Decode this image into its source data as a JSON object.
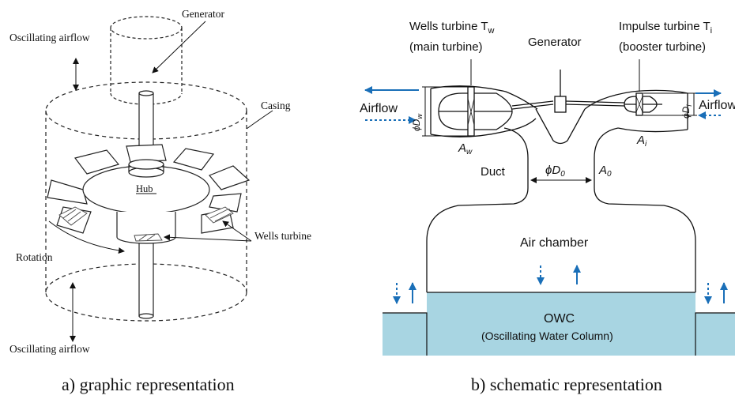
{
  "left_panel": {
    "labels": {
      "generator": "Generator",
      "oscillating_airflow_top": "Oscillating airflow",
      "casing": "Casing",
      "hub": "Hub",
      "wells_turbine": "Wells turbine",
      "rotation": "Rotation",
      "oscillating_airflow_bottom": "Oscillating airflow"
    },
    "caption": "a) graphic representation"
  },
  "right_panel": {
    "labels": {
      "wells_turbine_title": "Wells turbine T",
      "wells_sub": "w",
      "main_turbine": "(main turbine)",
      "generator": "Generator",
      "impulse_turbine_title": "Impulse turbine T",
      "impulse_sub": "i",
      "booster_turbine": "(booster turbine)",
      "airflow_left": "Airflow",
      "airflow_right": "Airflow",
      "dw_phi": "ϕD",
      "dw_sub": "w",
      "di_phi": "ϕD",
      "di_sub": "i",
      "aw": "A",
      "aw_sub": "w",
      "ai": "A",
      "ai_sub": "i",
      "duct": "Duct",
      "d0_phi": "ϕD",
      "d0_sub": "0",
      "a0": "A",
      "a0_sub": "0",
      "air_chamber": "Air chamber",
      "owc_title": "OWC",
      "owc_sub": "(Oscillating Water Column)"
    },
    "caption": "b) schematic representation"
  },
  "colors": {
    "arrow_blue": "#1a6fb8",
    "water": "#a8d5e2",
    "line": "#111111"
  }
}
